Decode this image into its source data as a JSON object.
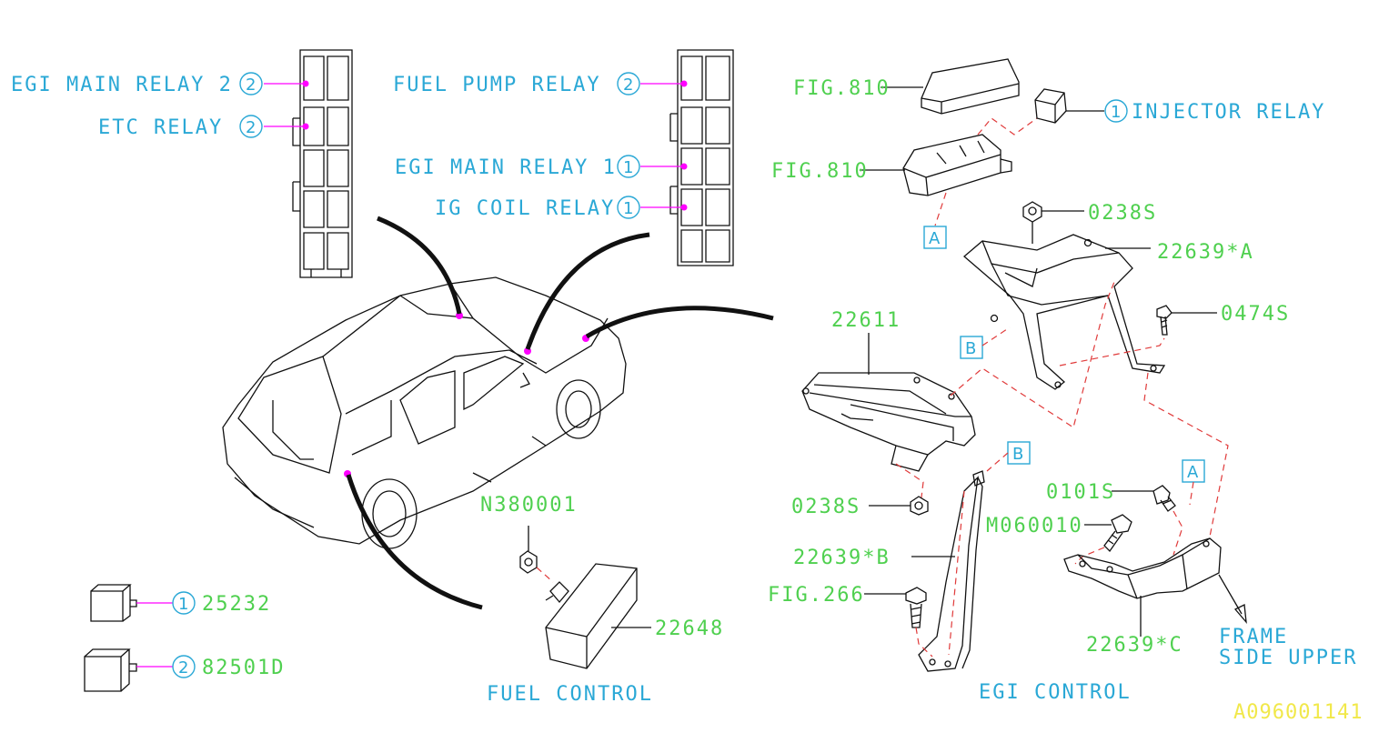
{
  "labels": {
    "egi_main_relay_2": "EGI MAIN RELAY 2",
    "etc_relay": "ETC RELAY",
    "fuel_pump_relay": "FUEL PUMP RELAY",
    "egi_main_relay_1": "EGI MAIN RELAY 1",
    "ig_coil_relay": "IG COIL RELAY",
    "injector_relay": "INJECTOR RELAY",
    "fig810_a": "FIG.810",
    "fig810_b": "FIG.810",
    "p0238s_a": "0238S",
    "p22639a": "22639*A",
    "p0474s": "0474S",
    "p22611": "22611",
    "p0238s_b": "0238S",
    "p22639b": "22639*B",
    "fig266": "FIG.266",
    "p0101s": "0101S",
    "m060010": "M060010",
    "p22639c": "22639*C",
    "frame_side_upper_1": "FRAME",
    "frame_side_upper_2": "SIDE UPPER",
    "n380001": "N380001",
    "p22648": "22648",
    "p25232": "25232",
    "p82501d": "82501D",
    "fuel_control": "FUEL CONTROL",
    "egi_control": "EGI CONTROL",
    "diagram_id": "A096001141"
  },
  "callouts": {
    "one": "1",
    "two": "2",
    "box_a": "A",
    "box_b": "B"
  },
  "colors": {
    "text_label": "#2aa8d6",
    "part_number": "#4fd04f",
    "diagram_id": "#f1e84a",
    "leader_dot": "#ff00ff",
    "hidden_line": "#e03a3a"
  }
}
